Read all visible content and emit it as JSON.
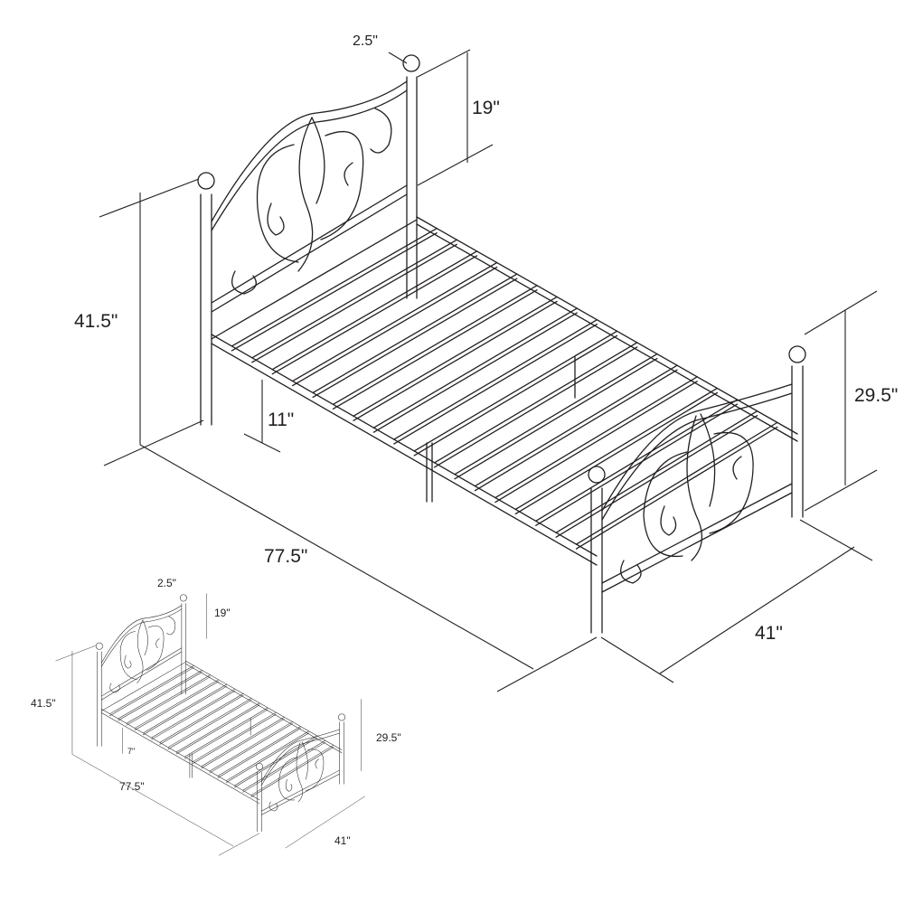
{
  "main_view": {
    "post_diameter": "2.5\"",
    "headboard_above_frame": "19\"",
    "headboard_height": "41.5\"",
    "clearance": "11\"",
    "footboard_height": "29.5\"",
    "length": "77.5\"",
    "width": "41\""
  },
  "inset_view": {
    "post_diameter": "2.5\"",
    "headboard_above_frame": "19\"",
    "headboard_height": "41.5\"",
    "clearance": "7\"",
    "footboard_height": "29.5\"",
    "length": "77.5\"",
    "width": "41\""
  },
  "colors": {
    "line": "#231f20",
    "background": "#ffffff"
  }
}
